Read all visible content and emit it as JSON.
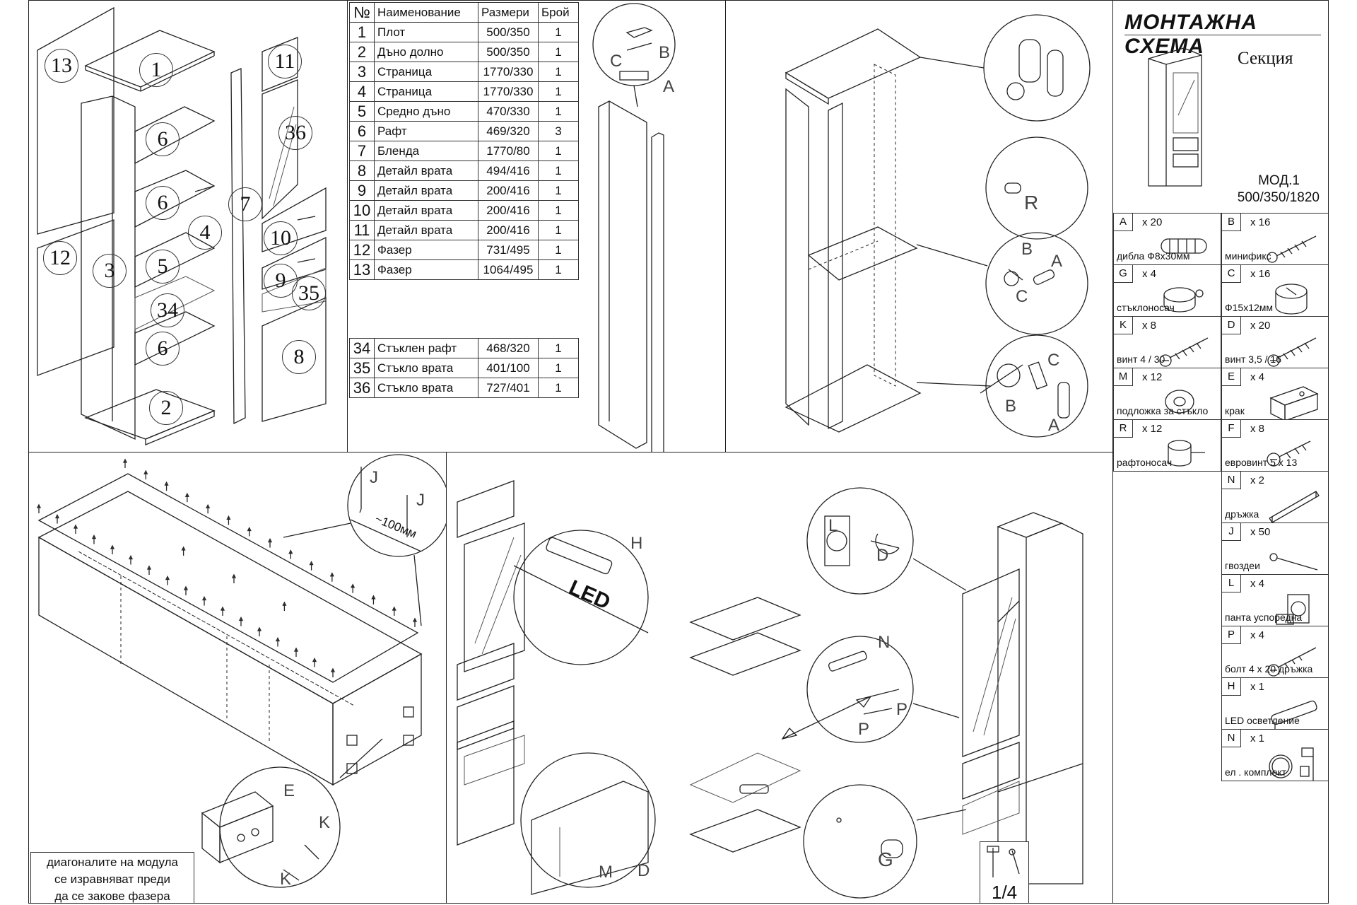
{
  "header": {
    "title": "МОНТАЖНА СХЕМА",
    "subtitle": "Секция",
    "model": "МОД.1",
    "dimensions": "500/350/1820"
  },
  "table": {
    "headers": [
      "№",
      "Наименование",
      "Размери",
      "Брой"
    ],
    "rows": [
      {
        "n": "1",
        "name": "Плот",
        "size": "500/350",
        "qty": "1"
      },
      {
        "n": "2",
        "name": "Дъно долно",
        "size": "500/350",
        "qty": "1"
      },
      {
        "n": "3",
        "name": "Страница",
        "size": "1770/330",
        "qty": "1"
      },
      {
        "n": "4",
        "name": "Страница",
        "size": "1770/330",
        "qty": "1"
      },
      {
        "n": "5",
        "name": "Средно дъно",
        "size": "470/330",
        "qty": "1"
      },
      {
        "n": "6",
        "name": "Рафт",
        "size": "469/320",
        "qty": "3"
      },
      {
        "n": "7",
        "name": "Бленда",
        "size": "1770/80",
        "qty": "1"
      },
      {
        "n": "8",
        "name": "Детайл врата",
        "size": "494/416",
        "qty": "1"
      },
      {
        "n": "9",
        "name": "Детайл врата",
        "size": "200/416",
        "qty": "1"
      },
      {
        "n": "10",
        "name": "Детайл врата",
        "size": "200/416",
        "qty": "1"
      },
      {
        "n": "11",
        "name": "Детайл врата",
        "size": "200/416",
        "qty": "1"
      },
      {
        "n": "12",
        "name": "Фазер",
        "size": "731/495",
        "qty": "1"
      },
      {
        "n": "13",
        "name": "Фазер",
        "size": "1064/495",
        "qty": "1"
      }
    ],
    "glass_rows": [
      {
        "n": "34",
        "name": "Стъклен рафт",
        "size": "468/320",
        "qty": "1"
      },
      {
        "n": "35",
        "name": "Стъкло врата",
        "size": "401/100",
        "qty": "1"
      },
      {
        "n": "36",
        "name": "Стъкло врата",
        "size": "727/401",
        "qty": "1"
      }
    ]
  },
  "part_labels": [
    "13",
    "1",
    "6",
    "6",
    "4",
    "3",
    "12",
    "5",
    "34",
    "6",
    "2",
    "7",
    "11",
    "36",
    "10",
    "9",
    "35",
    "8"
  ],
  "hardware": [
    {
      "code": "A",
      "qty": "x 20",
      "name": "дибла  Ф8х30мм",
      "icon": "dowel-icon"
    },
    {
      "code": "B",
      "qty": "x 16",
      "name": "минификс",
      "icon": "minifix-bolt-icon"
    },
    {
      "code": "G",
      "qty": "x 4",
      "name": "стъклоносач",
      "icon": "glass-holder-icon"
    },
    {
      "code": "C",
      "qty": "x 16",
      "name": "Ф15х12мм",
      "icon": "cam-lock-icon"
    },
    {
      "code": "K",
      "qty": "x 8",
      "name": "винт 4 / 30",
      "icon": "screw-icon"
    },
    {
      "code": "D",
      "qty": "x 20",
      "name": "винт 3,5 / 16",
      "icon": "screw-icon"
    },
    {
      "code": "M",
      "qty": "x 12",
      "name": "подложка за стъкло",
      "icon": "glass-pad-icon"
    },
    {
      "code": "E",
      "qty": "x 4",
      "name": "крак",
      "icon": "foot-icon"
    },
    {
      "code": "R",
      "qty": "x 12",
      "name": "рафтоносач",
      "icon": "shelf-pin-icon"
    },
    {
      "code": "F",
      "qty": "x 8",
      "name": "евровинт 5 х 13",
      "icon": "euro-screw-icon"
    },
    {
      "code": "N",
      "qty": "x 2",
      "name": "дръжка",
      "icon": "handle-icon"
    },
    {
      "code": "J",
      "qty": "x 50",
      "name": "гвоздеи",
      "icon": "nail-icon"
    },
    {
      "code": "L",
      "qty": "x 4",
      "name": "панта успоредна",
      "icon": "hinge-icon"
    },
    {
      "code": "P",
      "qty": "x 4",
      "name": "болт  4 х 20 дръжка",
      "icon": "bolt-icon"
    },
    {
      "code": "H",
      "qty": "x 1",
      "name": "LED осветление",
      "icon": "led-light-icon"
    },
    {
      "code": "N",
      "qty": "x 1",
      "name": "ел . комплект",
      "icon": "electric-kit-icon"
    }
  ],
  "callouts": {
    "hw_letters_top": [
      "C",
      "B",
      "A"
    ],
    "right_detail": [
      "R",
      "B",
      "A",
      "C",
      "C",
      "B",
      "A"
    ],
    "back_panel": [
      "J",
      "J",
      "~100мм",
      "E",
      "K",
      "K"
    ],
    "doors": [
      "H",
      "LED",
      "M",
      "D"
    ],
    "right_bottom": [
      "L",
      "D",
      "N",
      "P",
      "P",
      "G"
    ]
  },
  "note": {
    "line1": "диагоналите на модула",
    "line2": "се изравняват преди",
    "line3": "да се закове фазера"
  },
  "page": "1/4"
}
